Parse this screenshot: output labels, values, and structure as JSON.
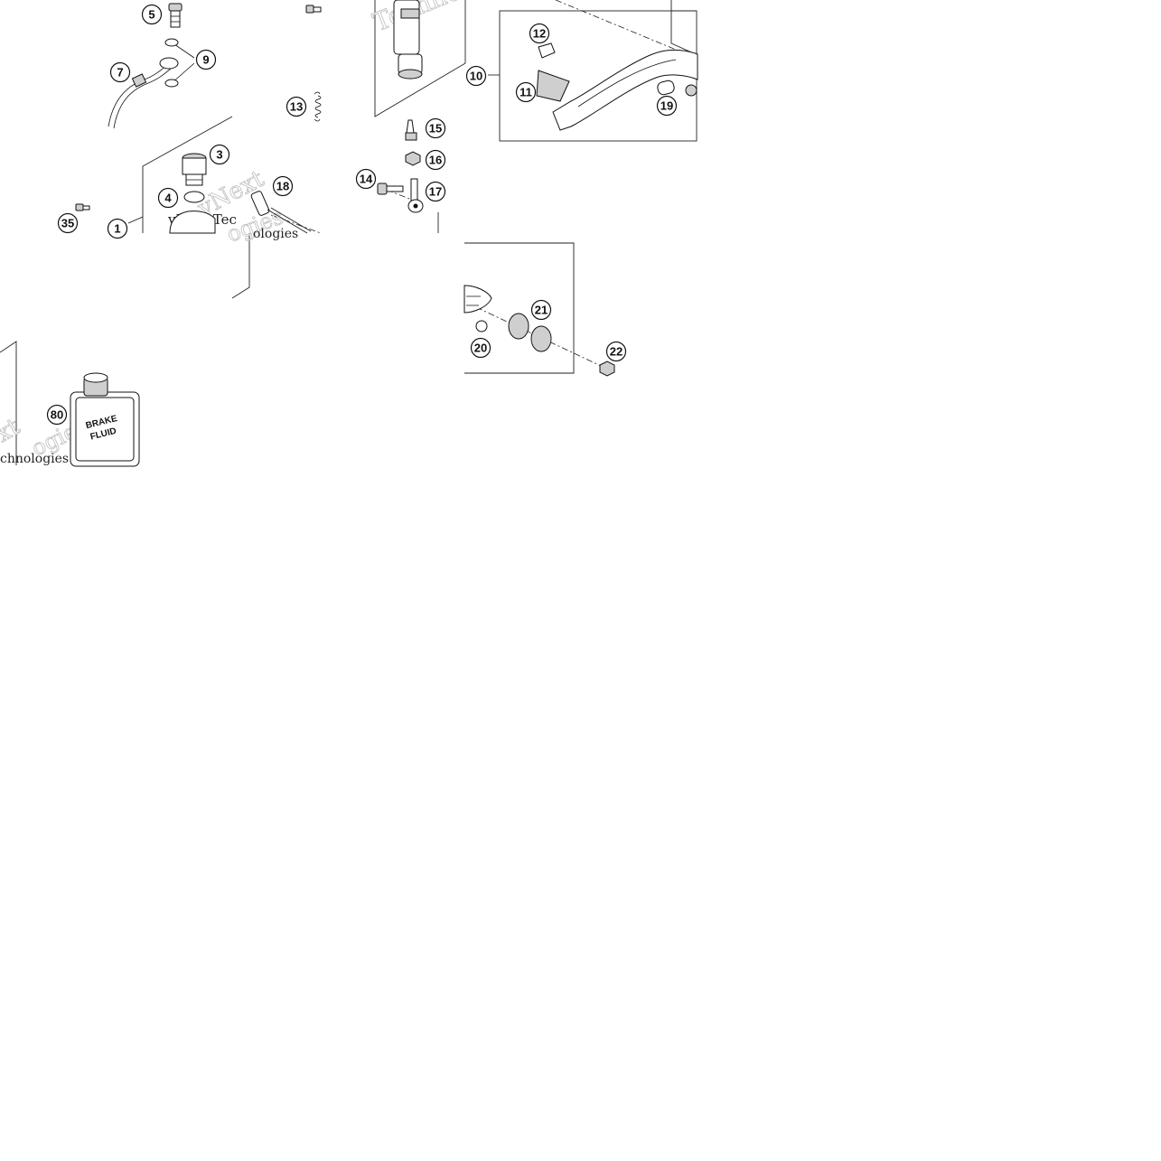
{
  "callouts": [
    {
      "label": "5"
    },
    {
      "label": "9"
    },
    {
      "label": "7"
    },
    {
      "label": "13"
    },
    {
      "label": "3"
    },
    {
      "label": "4"
    },
    {
      "label": "18"
    },
    {
      "label": "35"
    },
    {
      "label": "1"
    },
    {
      "label": "15"
    },
    {
      "label": "16"
    },
    {
      "label": "14"
    },
    {
      "label": "17"
    },
    {
      "label": "12"
    },
    {
      "label": "10"
    },
    {
      "label": "11"
    },
    {
      "label": "19"
    },
    {
      "label": "21"
    },
    {
      "label": "20"
    },
    {
      "label": "22"
    },
    {
      "label": "80"
    }
  ],
  "bottle": {
    "line1": "BRAKE",
    "line2": "FLUID"
  },
  "watermark": {
    "brand": "vNext",
    "word": "Technologies",
    "partial_tech": "Technol",
    "partial_vnext_tec": "vNext Tec",
    "partial_ogies": "ologies",
    "partial_xt": "xt",
    "partial_ogies_big": "ogies",
    "partial_chnologies": "chnologies"
  }
}
